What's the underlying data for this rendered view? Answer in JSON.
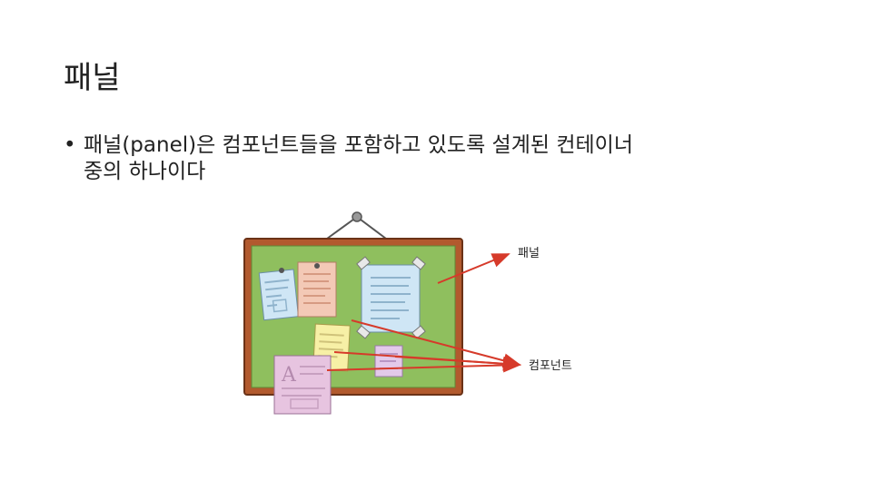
{
  "slide": {
    "title": "패널",
    "bullet_line1": "패널(panel)은 컴포넌트들을 포함하고 있도록 설계된 컨테이너",
    "bullet_line2": "중의 하나이다"
  },
  "illustration": {
    "label_panel": "패널",
    "label_component": "컴포넌트",
    "colors": {
      "frame": "#b25a2e",
      "board": "#8fbf5e",
      "arrow": "#d63a2a",
      "note_blue": "#cfe6f5",
      "note_pink": "#f3c9b6",
      "note_yellow": "#f7f0a6",
      "note_lilac": "#e3c9ea"
    }
  }
}
